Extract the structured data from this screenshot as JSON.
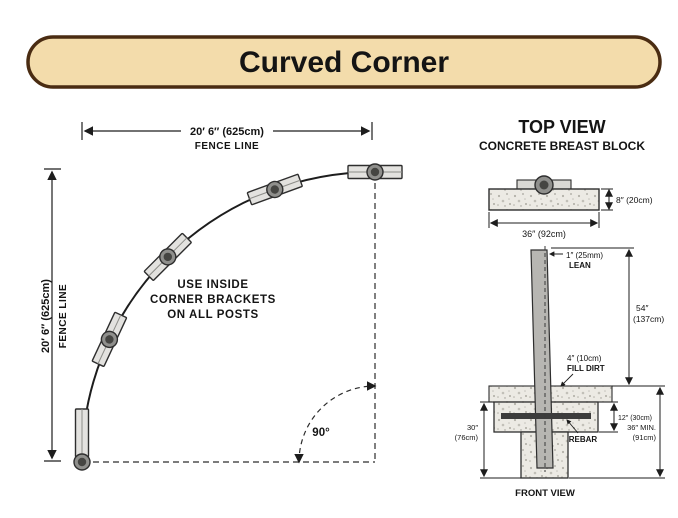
{
  "title": "Curved Corner",
  "banner": {
    "fill": "#f3dcab",
    "border": "#4a2c12"
  },
  "curve_diagram": {
    "top_dimension": "20′ 6″ (625cm)",
    "top_dimension_label": "FENCE LINE",
    "left_dimension": "20′ 6″ (625cm)",
    "left_dimension_label": "FENCE LINE",
    "note_lines": [
      "USE INSIDE",
      "CORNER BRACKETS",
      "ON ALL POSTS"
    ],
    "angle_label": "90°"
  },
  "detail_diagram": {
    "heading": "TOP VIEW",
    "subheading": "CONCRETE BREAST BLOCK",
    "top_view": {
      "depth_dimension": "8″ (20cm)",
      "width_dimension": "36″ (92cm)"
    },
    "front_view": {
      "lean_dimension": "1″ (25mm)",
      "lean_label": "LEAN",
      "post_height_dimension": "54″",
      "post_height_dimension_cm": "(137cm)",
      "fill_dirt_dimension": "4″ (10cm)",
      "fill_dirt_label": "FILL DIRT",
      "block_depth_dimension": "12″ (30cm)",
      "footing_depth_dimension": "30″",
      "footing_depth_dimension_cm": "(76cm)",
      "total_depth_dimension": "36″ MIN.",
      "total_depth_dimension_cm": "(91cm)",
      "rebar_label": "REBAR",
      "caption": "FRONT VIEW"
    }
  }
}
